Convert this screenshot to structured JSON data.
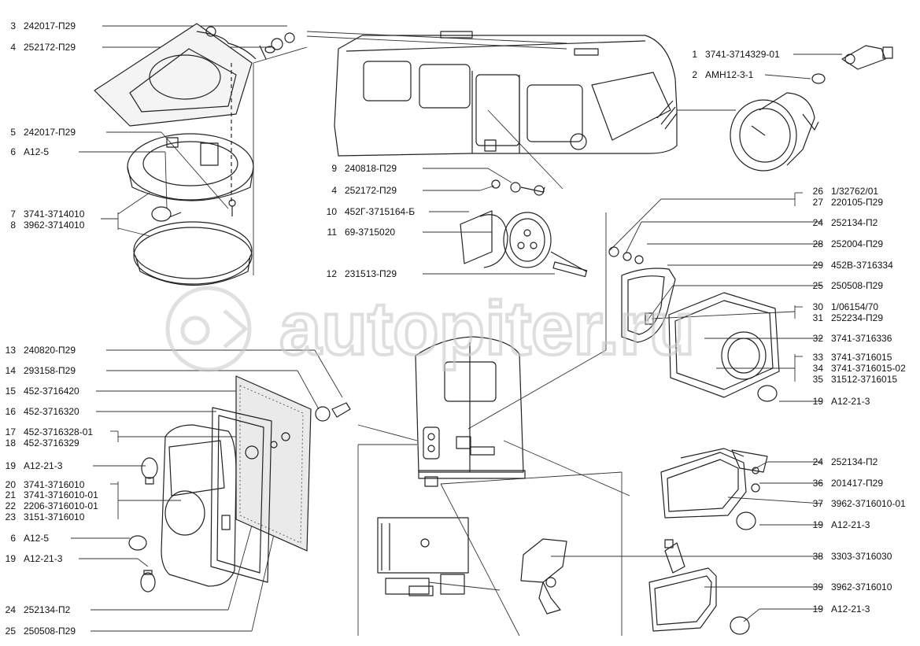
{
  "watermark": "autopiter.ru",
  "callouts_left": [
    {
      "num": "3",
      "code": "242017-П29"
    },
    {
      "num": "4",
      "code": "252172-П29"
    },
    {
      "num": "5",
      "code": "242017-П29"
    },
    {
      "num": "6",
      "code": "А12-5"
    },
    {
      "num": "7",
      "code": "3741-3714010"
    },
    {
      "num": "8",
      "code": "3962-3714010"
    },
    {
      "num": "13",
      "code": "240820-П29"
    },
    {
      "num": "14",
      "code": "293158-П29"
    },
    {
      "num": "15",
      "code": "452-3716420"
    },
    {
      "num": "16",
      "code": "452-3716320"
    },
    {
      "num": "17",
      "code": "452-3716328-01"
    },
    {
      "num": "18",
      "code": "452-3716329"
    },
    {
      "num": "19",
      "code": "А12-21-3"
    },
    {
      "num": "20",
      "code": "3741-3716010"
    },
    {
      "num": "21",
      "code": "3741-3716010-01"
    },
    {
      "num": "22",
      "code": "2206-3716010-01"
    },
    {
      "num": "23",
      "code": "3151-3716010"
    },
    {
      "num": "6",
      "code": "А12-5"
    },
    {
      "num": "19",
      "code": "А12-21-3"
    },
    {
      "num": "24",
      "code": "252134-П2"
    },
    {
      "num": "25",
      "code": "250508-П29"
    }
  ],
  "callouts_center": [
    {
      "num": "9",
      "code": "240818-П29"
    },
    {
      "num": "4",
      "code": "252172-П29"
    },
    {
      "num": "10",
      "code": "452Г-3715164-Б"
    },
    {
      "num": "11",
      "code": "69-3715020"
    },
    {
      "num": "12",
      "code": "231513-П29"
    }
  ],
  "callouts_right": [
    {
      "num": "1",
      "code": "3741-3714329-01"
    },
    {
      "num": "2",
      "code": "АМН12-3-1"
    },
    {
      "num": "26",
      "code": "1/32762/01"
    },
    {
      "num": "27",
      "code": "220105-П29"
    },
    {
      "num": "24",
      "code": "252134-П2"
    },
    {
      "num": "28",
      "code": "252004-П29"
    },
    {
      "num": "29",
      "code": "452В-3716334"
    },
    {
      "num": "25",
      "code": "250508-П29"
    },
    {
      "num": "30",
      "code": "1/06154/70"
    },
    {
      "num": "31",
      "code": "252234-П29"
    },
    {
      "num": "32",
      "code": "3741-3716336"
    },
    {
      "num": "33",
      "code": "3741-3716015"
    },
    {
      "num": "34",
      "code": "3741-3716015-02"
    },
    {
      "num": "35",
      "code": "31512-3716015"
    },
    {
      "num": "19",
      "code": "А12-21-3"
    },
    {
      "num": "24",
      "code": "252134-П2"
    },
    {
      "num": "36",
      "code": "201417-П29"
    },
    {
      "num": "37",
      "code": "3962-3716010-01"
    },
    {
      "num": "19",
      "code": "А12-21-3"
    },
    {
      "num": "38",
      "code": "3303-3716030"
    },
    {
      "num": "39",
      "code": "3962-3716010"
    },
    {
      "num": "19",
      "code": "А12-21-3"
    }
  ]
}
